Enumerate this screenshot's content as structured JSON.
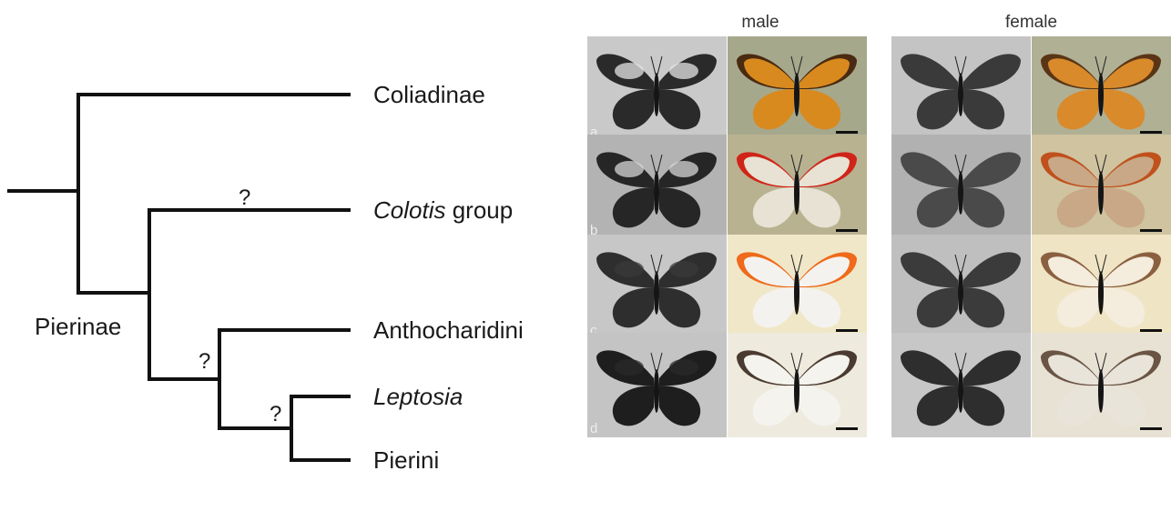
{
  "tree": {
    "root_label": "Pierinae",
    "taxa": [
      {
        "name_italic": "",
        "name_rest": "Coliadinae"
      },
      {
        "name_italic": "Colotis",
        "name_rest": " group"
      },
      {
        "name_italic": "",
        "name_rest": "Anthocharidini"
      },
      {
        "name_italic": "Leptosia",
        "name_rest": ""
      },
      {
        "name_italic": "",
        "name_rest": "Pierini"
      }
    ],
    "uncertain_marks": [
      "?",
      "?",
      "?"
    ]
  },
  "photos": {
    "headers": {
      "male": "male",
      "female": "female"
    },
    "rows": [
      {
        "letter": "a",
        "colors": {
          "uv_male_bg": "#c9c9c9",
          "uv_male": "#2a2a2a",
          "uv_male_patch": "#e6e6e6",
          "vis_male_bg": "#a6a88c",
          "vis_male": "#d98a1e",
          "vis_male_edge": "#4a2a10",
          "uv_female_bg": "#c4c4c4",
          "uv_female": "#3a3a3a",
          "vis_female_bg": "#b0b095",
          "vis_female": "#d98a2a",
          "vis_female_edge": "#5a3515"
        }
      },
      {
        "letter": "b",
        "colors": {
          "uv_male_bg": "#b3b3b3",
          "uv_male": "#262626",
          "uv_male_patch": "#d5d5d5",
          "vis_male_bg": "#b8b291",
          "vis_male": "#e7e2d3",
          "vis_male_edge": "#d02418",
          "uv_female_bg": "#b1b1b1",
          "uv_female": "#4a4a4a",
          "vis_female_bg": "#cfc3a0",
          "vis_female": "#c8a886",
          "vis_female_edge": "#c0501c"
        }
      },
      {
        "letter": "c",
        "colors": {
          "uv_male_bg": "#c7c7c7",
          "uv_male": "#2e2e2e",
          "uv_male_patch": "#3a3a3a",
          "vis_male_bg": "#f0e7c8",
          "vis_male": "#f4f2ee",
          "vis_male_edge": "#ef6a1a",
          "uv_female_bg": "#bfbfbf",
          "uv_female": "#3b3b3b",
          "vis_female_bg": "#efe4c4",
          "vis_female": "#f4ecdc",
          "vis_female_edge": "#8a6040"
        }
      },
      {
        "letter": "d",
        "colors": {
          "uv_male_bg": "#c4c4c4",
          "uv_male": "#1e1e1e",
          "uv_male_patch": "#2a2a2a",
          "vis_male_bg": "#eeeade",
          "vis_male": "#f4f3ee",
          "vis_male_edge": "#4a3a30",
          "uv_female_bg": "#c7c7c7",
          "uv_female": "#2e2e2e",
          "vis_female_bg": "#e8e2d5",
          "vis_female": "#e9e4da",
          "vis_female_edge": "#6a5545"
        }
      }
    ]
  }
}
